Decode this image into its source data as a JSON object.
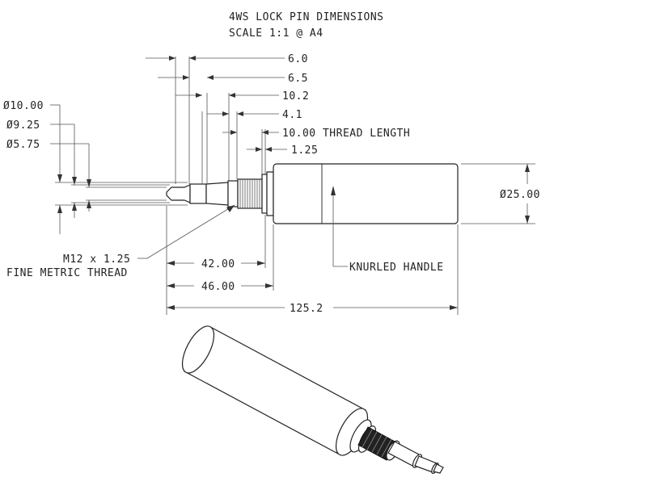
{
  "title": {
    "line1": "4WS LOCK PIN DIMENSIONS",
    "line2": "SCALE 1:1 @ A4"
  },
  "top_dimensions": [
    "6.0",
    "6.5",
    "10.2",
    "4.1",
    "10.00 THREAD LENGTH",
    "1.25"
  ],
  "diameters": [
    "Ø10.00",
    "Ø9.25",
    "Ø5.75"
  ],
  "handle_diameter": "Ø25.00",
  "thread_note": {
    "line1": "M12 x 1.25",
    "line2": "FINE METRIC THREAD"
  },
  "knurl_note": "KNURLED HANDLE",
  "bottom_dimensions": [
    "42.00",
    "46.00",
    "125.2"
  ]
}
